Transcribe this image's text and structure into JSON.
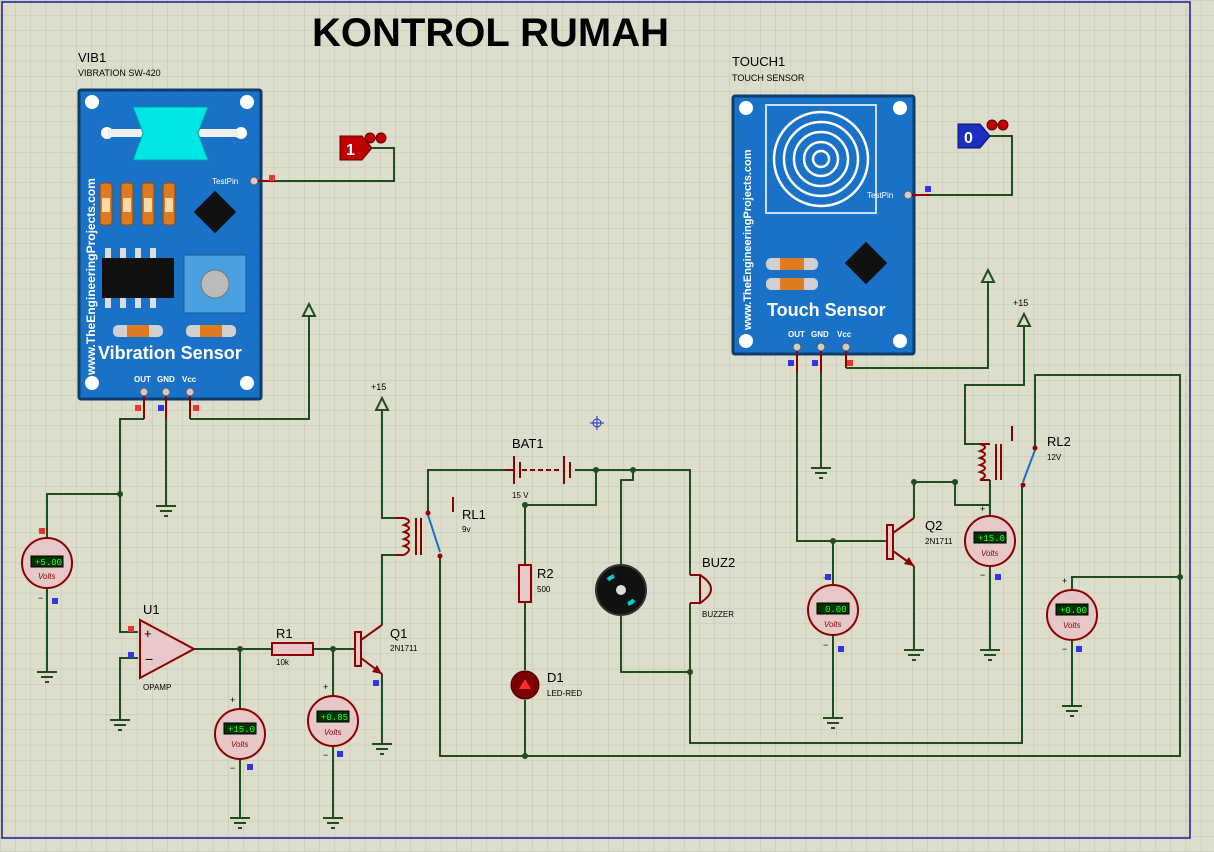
{
  "title": "KONTROL RUMAH",
  "vib": {
    "ref": "VIB1",
    "type": "VIBRATION SW-420",
    "site": "www.TheEngineeringProjects.com",
    "name": "Vibration Sensor",
    "testpin": "TestPin",
    "out": "OUT",
    "gnd": "GND",
    "vcc": "Vcc",
    "state": "1"
  },
  "touch": {
    "ref": "TOUCH1",
    "type": "TOUCH SENSOR",
    "site": "www.TheEngineeringProjects.com",
    "name": "Touch Sensor",
    "testpin": "TestPin",
    "out": "OUT",
    "gnd": "GND",
    "vcc": "Vcc",
    "state": "0"
  },
  "u1": {
    "ref": "U1",
    "type": "OPAMP"
  },
  "r1": {
    "ref": "R1",
    "value": "10k"
  },
  "q1": {
    "ref": "Q1",
    "type": "2N1711"
  },
  "rl1": {
    "ref": "RL1",
    "value": "9v"
  },
  "bat1": {
    "ref": "BAT1",
    "value": "15 V"
  },
  "r2": {
    "ref": "R2",
    "value": "500"
  },
  "d1": {
    "ref": "D1",
    "type": "LED-RED"
  },
  "buz2": {
    "ref": "BUZ2",
    "type": "BUZZER"
  },
  "q2": {
    "ref": "Q2",
    "type": "2N1711"
  },
  "rl2": {
    "ref": "RL2",
    "value": "12V"
  },
  "power": {
    "p1": "+15",
    "p2": "+15"
  },
  "meters": {
    "m1": "+5.00",
    "m2": "+15.0",
    "m3": "+0.85",
    "m4": "0.00",
    "m5": "+15.0",
    "m6": "+0.00",
    "unit": "Volts"
  }
}
